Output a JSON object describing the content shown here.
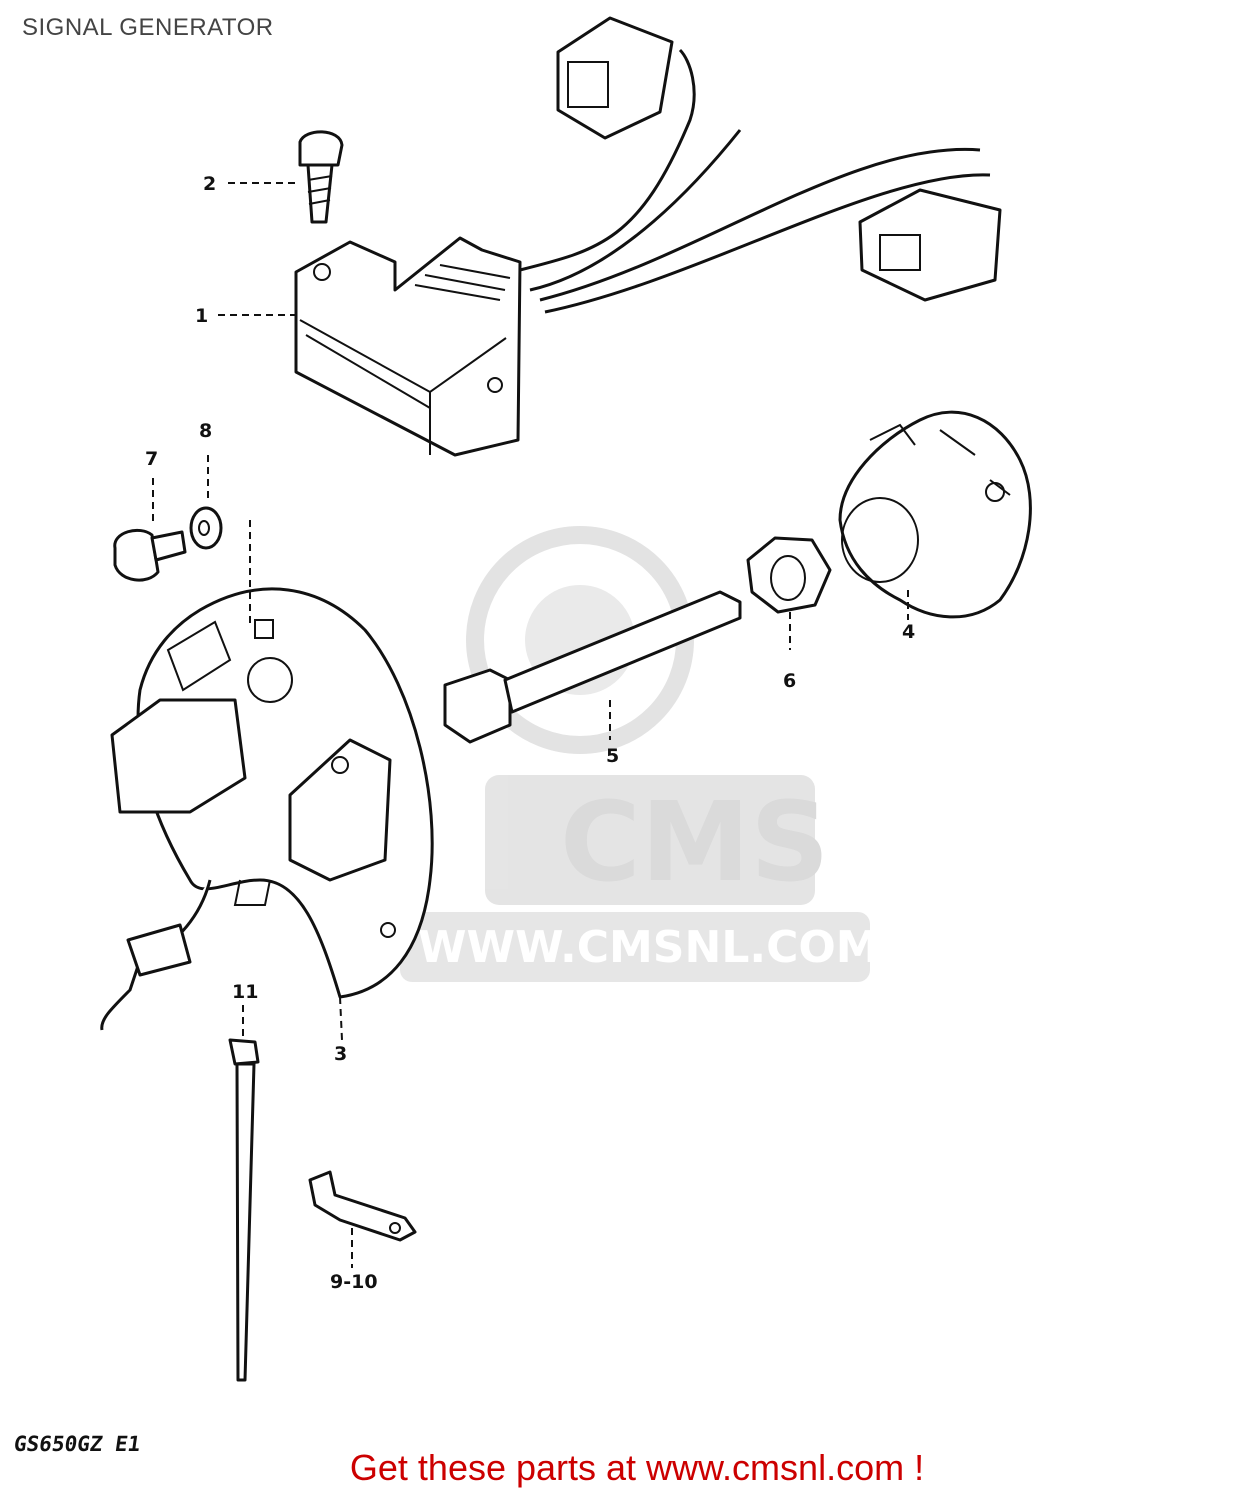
{
  "title": "SIGNAL GENERATOR",
  "model_code": "GS650GZ E1",
  "footer": {
    "text": "Get these parts at www.cmsnl.com !",
    "color": "#cc0000"
  },
  "watermark": {
    "brand": "CMS",
    "url": "WWW.CMSNL.COM",
    "color": "#d6d6d6"
  },
  "callouts": [
    "1",
    "2",
    "3",
    "4",
    "5",
    "6",
    "7",
    "8",
    "9-10",
    "11"
  ]
}
